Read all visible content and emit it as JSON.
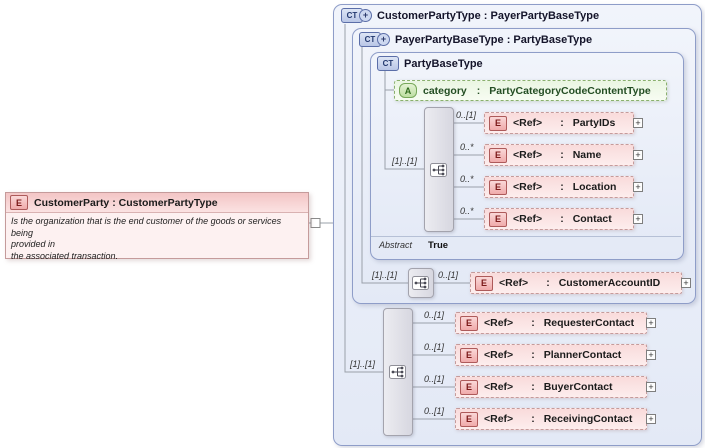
{
  "glyphs": {
    "expand": "+",
    "derived": "+"
  },
  "palette": {
    "element_pink": "#f9dbdb",
    "type_blue": "#e9edf9",
    "attribute_green": "#eaf6e2"
  },
  "diagram": {
    "root": {
      "badge": "E",
      "label": "CustomerParty : CustomerPartyType",
      "annotation": "Is the organization that is the end customer of the goods or services being\nprovided in\nthe associated transaction."
    },
    "customer_party_type": {
      "badge": "CT",
      "label": "CustomerPartyType : PayerPartyBaseType"
    },
    "payer_party_base_type": {
      "badge": "CT",
      "label": "PayerPartyBaseType : PartyBaseType"
    },
    "party_base_type": {
      "badge": "CT",
      "label": "PartyBaseType",
      "abstract_label": "Abstract",
      "abstract_value": "True"
    },
    "attribute": {
      "badge": "A",
      "name": "category",
      "sep": ":",
      "type": "PartyCategoryCodeContentType"
    },
    "seq1": {
      "cardinality": "[1]..[1]",
      "items": [
        {
          "badge": "E",
          "cardinality": "0..[1]",
          "name": "<Ref>",
          "sep": ":",
          "type": "PartyIDs"
        },
        {
          "badge": "E",
          "cardinality": "0..*",
          "name": "<Ref>",
          "sep": ":",
          "type": "Name"
        },
        {
          "badge": "E",
          "cardinality": "0..*",
          "name": "<Ref>",
          "sep": ":",
          "type": "Location"
        },
        {
          "badge": "E",
          "cardinality": "0..*",
          "name": "<Ref>",
          "sep": ":",
          "type": "Contact"
        }
      ]
    },
    "seq2": {
      "cardinality": "[1]..[1]",
      "items": [
        {
          "badge": "E",
          "cardinality": "0..[1]",
          "name": "<Ref>",
          "sep": ":",
          "type": "CustomerAccountID"
        }
      ]
    },
    "seq3": {
      "cardinality": "[1]..[1]",
      "items": [
        {
          "badge": "E",
          "cardinality": "0..[1]",
          "name": "<Ref>",
          "sep": ":",
          "type": "RequesterContact"
        },
        {
          "badge": "E",
          "cardinality": "0..[1]",
          "name": "<Ref>",
          "sep": ":",
          "type": "PlannerContact"
        },
        {
          "badge": "E",
          "cardinality": "0..[1]",
          "name": "<Ref>",
          "sep": ":",
          "type": "BuyerContact"
        },
        {
          "badge": "E",
          "cardinality": "0..[1]",
          "name": "<Ref>",
          "sep": ":",
          "type": "ReceivingContact"
        }
      ]
    }
  }
}
